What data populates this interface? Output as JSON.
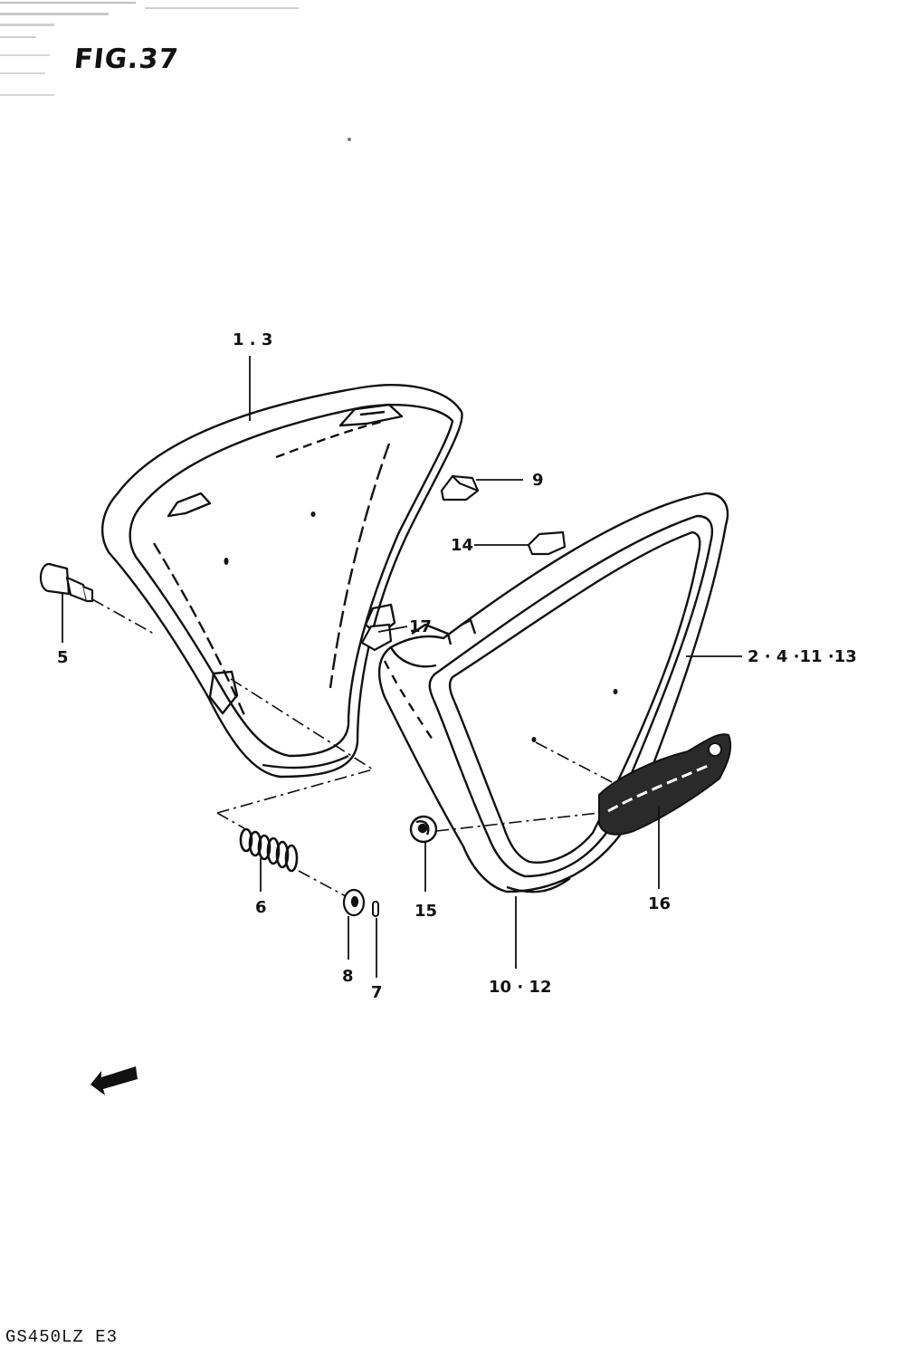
{
  "figure": {
    "title": "FIG.37",
    "model_code": "GS450LZ E3"
  },
  "callouts": [
    {
      "id": "1-3",
      "text": "1 . 3"
    },
    {
      "id": "9",
      "text": "9"
    },
    {
      "id": "14",
      "text": "14"
    },
    {
      "id": "5",
      "text": "5"
    },
    {
      "id": "17",
      "text": "17"
    },
    {
      "id": "2-4-11-13",
      "text": "2 · 4 ·11 ·13"
    },
    {
      "id": "6",
      "text": "6"
    },
    {
      "id": "15",
      "text": "15"
    },
    {
      "id": "16",
      "text": "16"
    },
    {
      "id": "8",
      "text": "8"
    },
    {
      "id": "7",
      "text": "7"
    },
    {
      "id": "10-12",
      "text": "10 · 12"
    }
  ],
  "icons": [
    "direction-arrow-icon"
  ]
}
